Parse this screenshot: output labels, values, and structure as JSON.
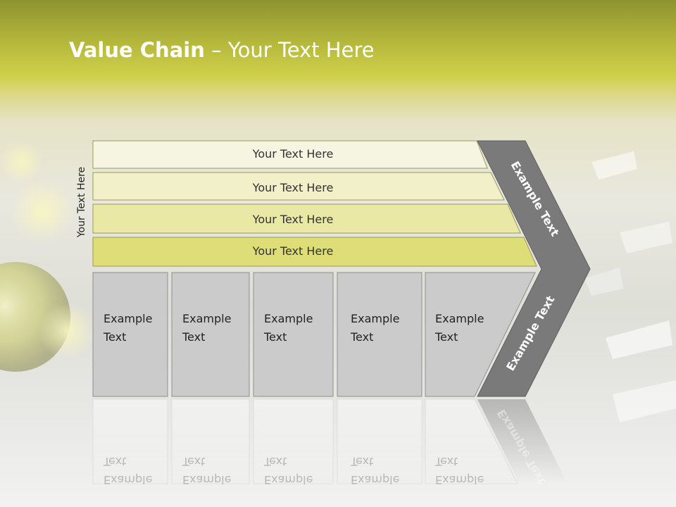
{
  "slide": {
    "title_bold": "Value Chain",
    "title_rest": " – Your Text Here",
    "side_label": "Your Text Here"
  },
  "bars": [
    {
      "label": "Your Text Here",
      "color": "#f6f5e1"
    },
    {
      "label": "Your Text Here",
      "color": "#f1f0c9"
    },
    {
      "label": "Your Text Here",
      "color": "#e9e8a4"
    },
    {
      "label": "Your Text Here",
      "color": "#dedd77"
    }
  ],
  "boxes": [
    {
      "line1": "Example",
      "line2": "Text"
    },
    {
      "line1": "Example",
      "line2": "Text"
    },
    {
      "line1": "Example",
      "line2": "Text"
    },
    {
      "line1": "Example",
      "line2": "Text"
    },
    {
      "line1": "Example",
      "line2": "Text"
    }
  ],
  "chevron": {
    "upper_label": "Example Text",
    "lower_label": "Example Text",
    "color": "#7a7a7a"
  },
  "colors": {
    "box_fill": "#cbcbcb",
    "box_stroke": "#8f8f8f",
    "bar_stroke": "#9a9a5a"
  }
}
